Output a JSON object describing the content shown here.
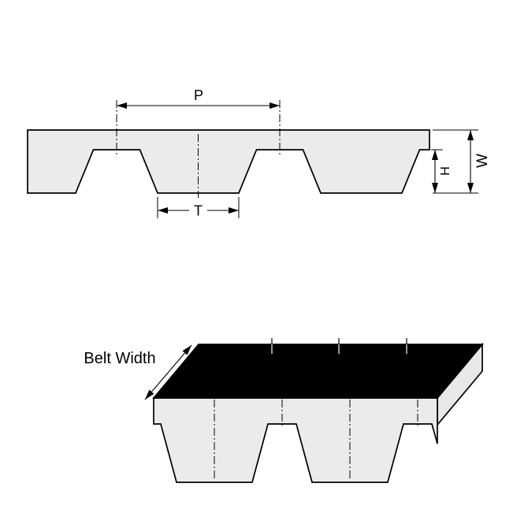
{
  "colors": {
    "background": "#ffffff",
    "outline": "#000000",
    "belt_fill": "#ebebeb",
    "top_surface_fill": "#000000",
    "side_face_fill": "#e8e8e8"
  },
  "cross_section_view": {
    "pitch_label": "P",
    "tooth_width_label": "T",
    "tooth_height_label": "H",
    "belt_thickness_label": "W"
  },
  "perspective_view": {
    "belt_width_label": "Belt Width"
  }
}
